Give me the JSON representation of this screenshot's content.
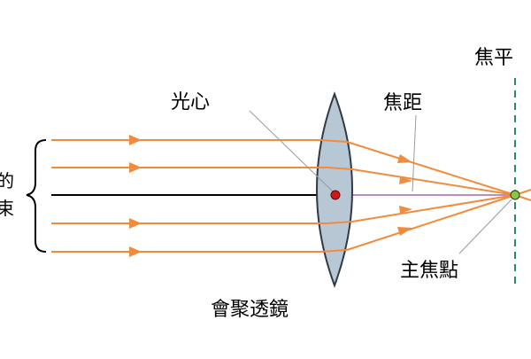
{
  "labels": {
    "left_top": "的",
    "left_bottom": "束",
    "optical_center": "光心",
    "focal_length": "焦距",
    "focal_plane": "焦平",
    "principal_focus": "主焦點",
    "lens": "會聚透鏡"
  },
  "colors": {
    "ray": "#f28c3c",
    "axis": "#000000",
    "lens_fill": "#b8c7d4",
    "lens_stroke": "#2e3a45",
    "center_dot": "#d01818",
    "focus_dot": "#8cc63f",
    "focal_plane": "#2a8a64",
    "focal_length_line": "#b890c8",
    "leader": "#9a9a9a"
  }
}
